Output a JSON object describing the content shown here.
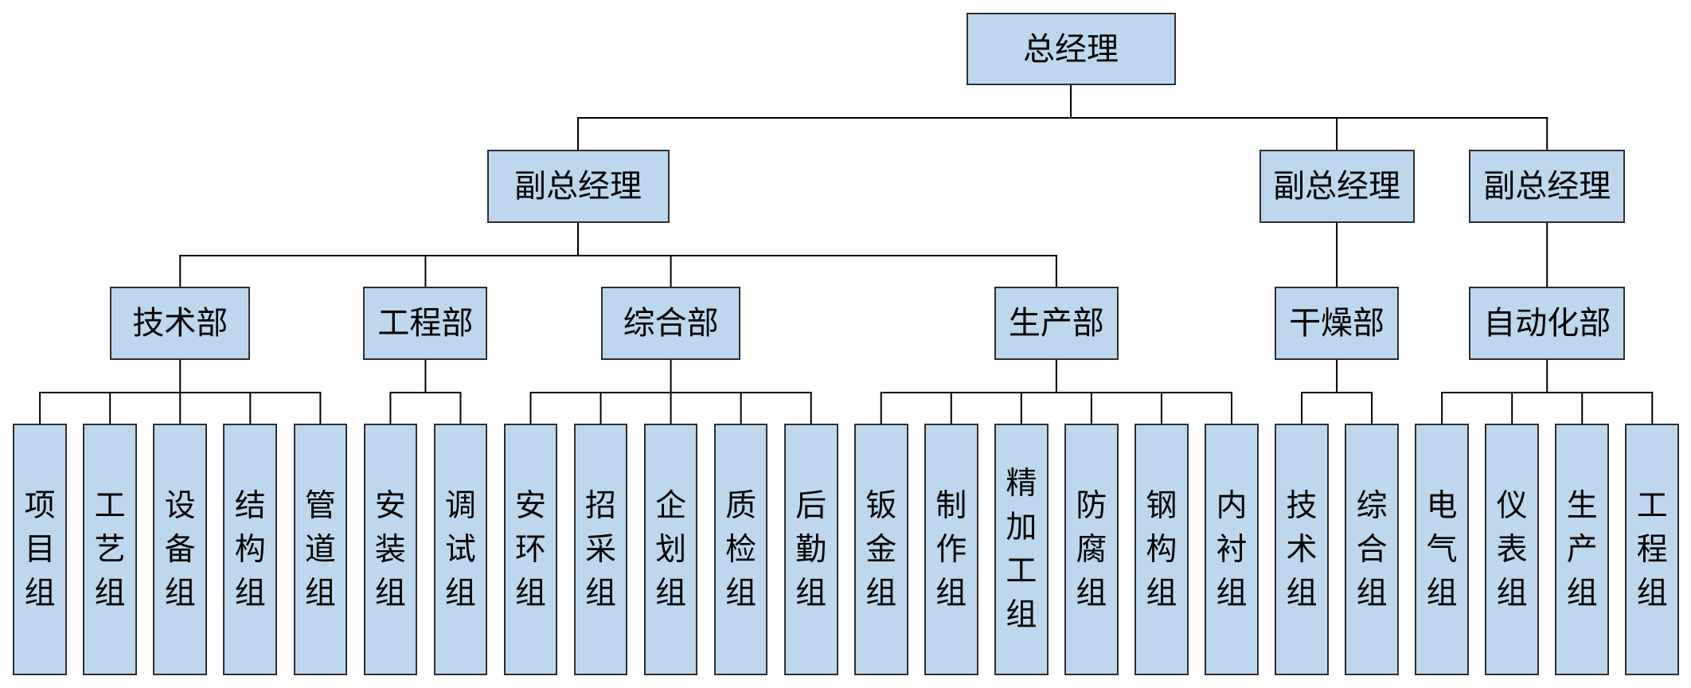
{
  "org_chart": {
    "root": {
      "label": "总经理",
      "children": [
        {
          "label": "副总经理",
          "children": [
            {
              "label": "技术部",
              "children": [
                {
                  "label": "项目组"
                },
                {
                  "label": "工艺组"
                },
                {
                  "label": "设备组"
                },
                {
                  "label": "结构组"
                },
                {
                  "label": "管道组"
                }
              ]
            },
            {
              "label": "工程部",
              "children": [
                {
                  "label": "安装组"
                },
                {
                  "label": "调试组"
                }
              ]
            },
            {
              "label": "综合部",
              "children": [
                {
                  "label": "安环组"
                },
                {
                  "label": "招采组"
                },
                {
                  "label": "企划组"
                },
                {
                  "label": "质检组"
                },
                {
                  "label": "后勤组"
                }
              ]
            },
            {
              "label": "生产部",
              "children": [
                {
                  "label": "钣金组"
                },
                {
                  "label": "制作组"
                },
                {
                  "label": "精加工组"
                },
                {
                  "label": "防腐组"
                },
                {
                  "label": "钢构组"
                },
                {
                  "label": "内衬组"
                }
              ]
            }
          ]
        },
        {
          "label": "副总经理",
          "children": [
            {
              "label": "干燥部",
              "children": [
                {
                  "label": "技术组"
                },
                {
                  "label": "综合组"
                }
              ]
            }
          ]
        },
        {
          "label": "副总经理",
          "children": [
            {
              "label": "自动化部",
              "children": [
                {
                  "label": "电气组"
                },
                {
                  "label": "仪表组"
                },
                {
                  "label": "生产组"
                },
                {
                  "label": "工程组"
                }
              ]
            }
          ]
        }
      ]
    },
    "colors": {
      "box_fill": "#BDD7EE",
      "box_border": "#2F2F2F",
      "line": "#000000",
      "text": "#000000"
    }
  }
}
